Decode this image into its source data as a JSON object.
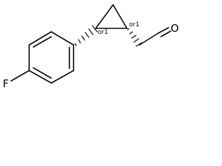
{
  "molecule": {
    "atoms": {
      "fluorine": "F",
      "oxygen": "O"
    },
    "stereo_labels": {
      "c1": "or1",
      "c2": "or1"
    }
  }
}
